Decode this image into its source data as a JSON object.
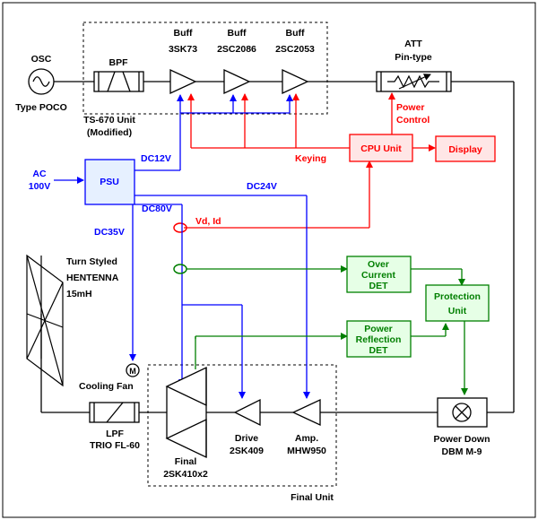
{
  "colors": {
    "black": "#000000",
    "blue": "#0000ff",
    "red": "#ff0000",
    "green": "#007f00",
    "fill_blue": "#e6f0ff",
    "fill_red": "#ffe6e6",
    "fill_green": "#e6ffe6"
  },
  "labels": {
    "osc": "OSC",
    "type_poco": "Type POCO",
    "bpf": "BPF",
    "buff1_title": "Buff",
    "buff1_part": "3SK73",
    "buff2_title": "Buff",
    "buff2_part": "2SC2086",
    "buff3_title": "Buff",
    "buff3_part": "2SC2053",
    "ts670_line1": "TS-670 Unit",
    "ts670_line2": "(Modified)",
    "att_line1": "ATT",
    "att_line2": "Pin-type",
    "power_control_line1": "Power",
    "power_control_line2": "Control",
    "keying": "Keying",
    "cpu_unit": "CPU Unit",
    "display": "Display",
    "ac_line1": "AC",
    "ac_line2": "100V",
    "psu": "PSU",
    "dc12v": "DC12V",
    "dc24v": "DC24V",
    "dc80v": "DC80V",
    "dc35v": "DC35V",
    "vd_id": "Vd, Id",
    "antenna_line1": "Turn Styled",
    "antenna_line2": "HENTENNA",
    "antenna_line3": "15mH",
    "over_current_line1": "Over",
    "over_current_line2": "Current",
    "over_current_line3": "DET",
    "protection_line1": "Protection",
    "protection_line2": "Unit",
    "power_reflection_line1": "Power",
    "power_reflection_line2": "Reflection",
    "power_reflection_line3": "DET",
    "fan_symbol": "M",
    "cooling_fan": "Cooling Fan",
    "lpf_line1": "LPF",
    "lpf_line2": "TRIO FL-60",
    "final_line1": "Final",
    "final_line2": "2SK410x2",
    "drive_line1": "Drive",
    "drive_line2": "2SK409",
    "amp_line1": "Amp.",
    "amp_line2": "MHW950",
    "power_down_line1": "Power Down",
    "power_down_line2": "DBM M-9",
    "final_unit": "Final Unit"
  }
}
